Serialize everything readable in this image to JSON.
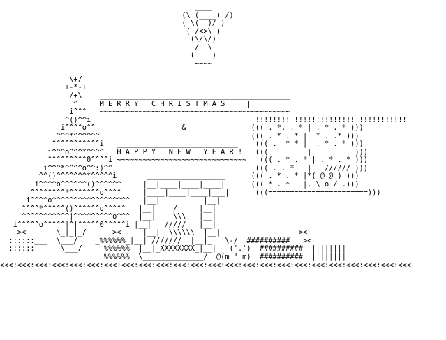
{
  "art": {
    "title_line": "M E R R Y   C H R I S T M A S",
    "second_line": "H A P P Y   N E W   Y E A R !",
    "ampersand": "&",
    "lines": [
      "                                             ____",
      "                                          (\\ (____) /)",
      "                                          ( \\(__)/ )",
      "                                           ( /<>\\ )",
      "                                            (\\/\\/)",
      "                                             /  \\",
      "                                            (    )",
      "                                             ~~~~",
      "",
      "                \\+/",
      "               +-*-+",
      "                /+\\    ____________________________________________",
      "                 ^     M E R R Y   C H R I S T M A S     |",
      "                i^^^   ~~~~~~~~~~~~~~~~~~~~~~~~~~~~~~~~~~~~~~~~~~~~",
      "               ^()^^i                                      !!!!!!!!!!!!!!!!!!!!!!!!!!!!!!!!!!!",
      "              i^^^^o^^                    &               ((( . *. . * | . * . * )))",
      "             ^^^*^^^^^^                                   ((( . * . * |  * . .* )))",
      "            ^^^^^^^^^^^i   ____________________________    ((( .  * * |  . * . * )))",
      "           i^^^o^^^*^^^^   H A P P Y   N E W   Y E A R !   (((_________|__________)))",
      "           ^^^^^^^^^0^^^^i ~~~~~~~~~~~~~~~~~~~~~~~~~~~~~~   ((( . * . * | . * . * )))",
      "          i^^^*^^^^o^^:)^^                                 ((( . . *   | . ////// )))",
      "         ^^()^^^^^^^*^^^^^i       __________________      ((( . * . * |*( @ @ ) )))",
      "        i^^^^o^^^^^^()^^^^^^     |__|____|____|____|      ((( * . *   |. \\ o / .)))",
      "       ^^^^^^^^*^^^^^^^o^^^^     |____|____|____|___|      (((=======================)))",
      "      i^^^^o^^^^^^^^^^^^^^^^^^   |__|          |__|",
      "     ^^^^*^^^^^()^^^^^^o^^^^^   |__|    /     |__|",
      "     ^^^^^^^^^^^|^^^^^^^^^o^^^  |__|    \\\\\\   |__|",
      "   i^^^^^o^^^^^|^|^^^^^0^^^^^i |__|   /////   |__|",
      "    ><       \\_|_|_/      ><     |__|  \\\\\\\\\\\\  |__|                  ><",
      "  ::::::___  \\___/    _%%%%%%_|__| ///////  |__|_   \\-/  ##########   ><",
      "  ::::::      \\___/     %%%%%%  |__|_XXXXXXXX_|__|   ('.')  ##########  ||||||||",
      "                        %%%%%%  \\______________/  @(m \" m)  ##########  ||||||||",
      "<<<:<<<:<<<:<<<:<<<:<<<:<<<:<<<:<<<:<<<:<<<:<<<:<<<:<<<:<<<:<<<:<<<:<<<:<<<:<<<:<<<:<<<:<<<:<<<"
    ]
  }
}
